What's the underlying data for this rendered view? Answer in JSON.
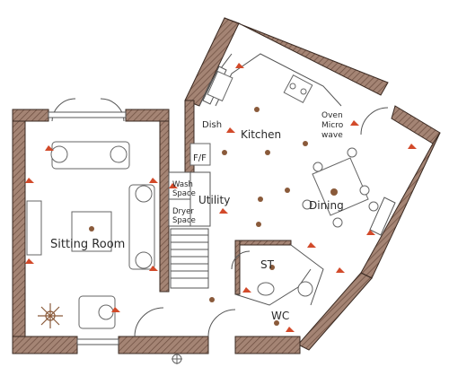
{
  "plan": {
    "rooms": {
      "sitting_room": "Sitting Room",
      "kitchen": "Kitchen",
      "dining": "Dining",
      "utility": "Utility",
      "st": "ST",
      "wc": "WC"
    },
    "appliances": {
      "dish": "Dish",
      "ff": "F/F",
      "oven_line1": "Oven",
      "oven_line2": "Micro",
      "oven_line3": "wave",
      "wash_line1": "Wash",
      "wash_line2": "Space",
      "dryer_line1": "Dryer",
      "dryer_line2": "Space"
    },
    "colors": {
      "wall_fill": "#9a7a6a",
      "wall_stroke": "#3a2a22",
      "light_fitting": "#8a5a3a",
      "socket_marker": "#d24a2a",
      "line": "#555555"
    },
    "icons": [
      "light-fitting-icon",
      "socket-marker-icon",
      "compass-icon"
    ]
  }
}
